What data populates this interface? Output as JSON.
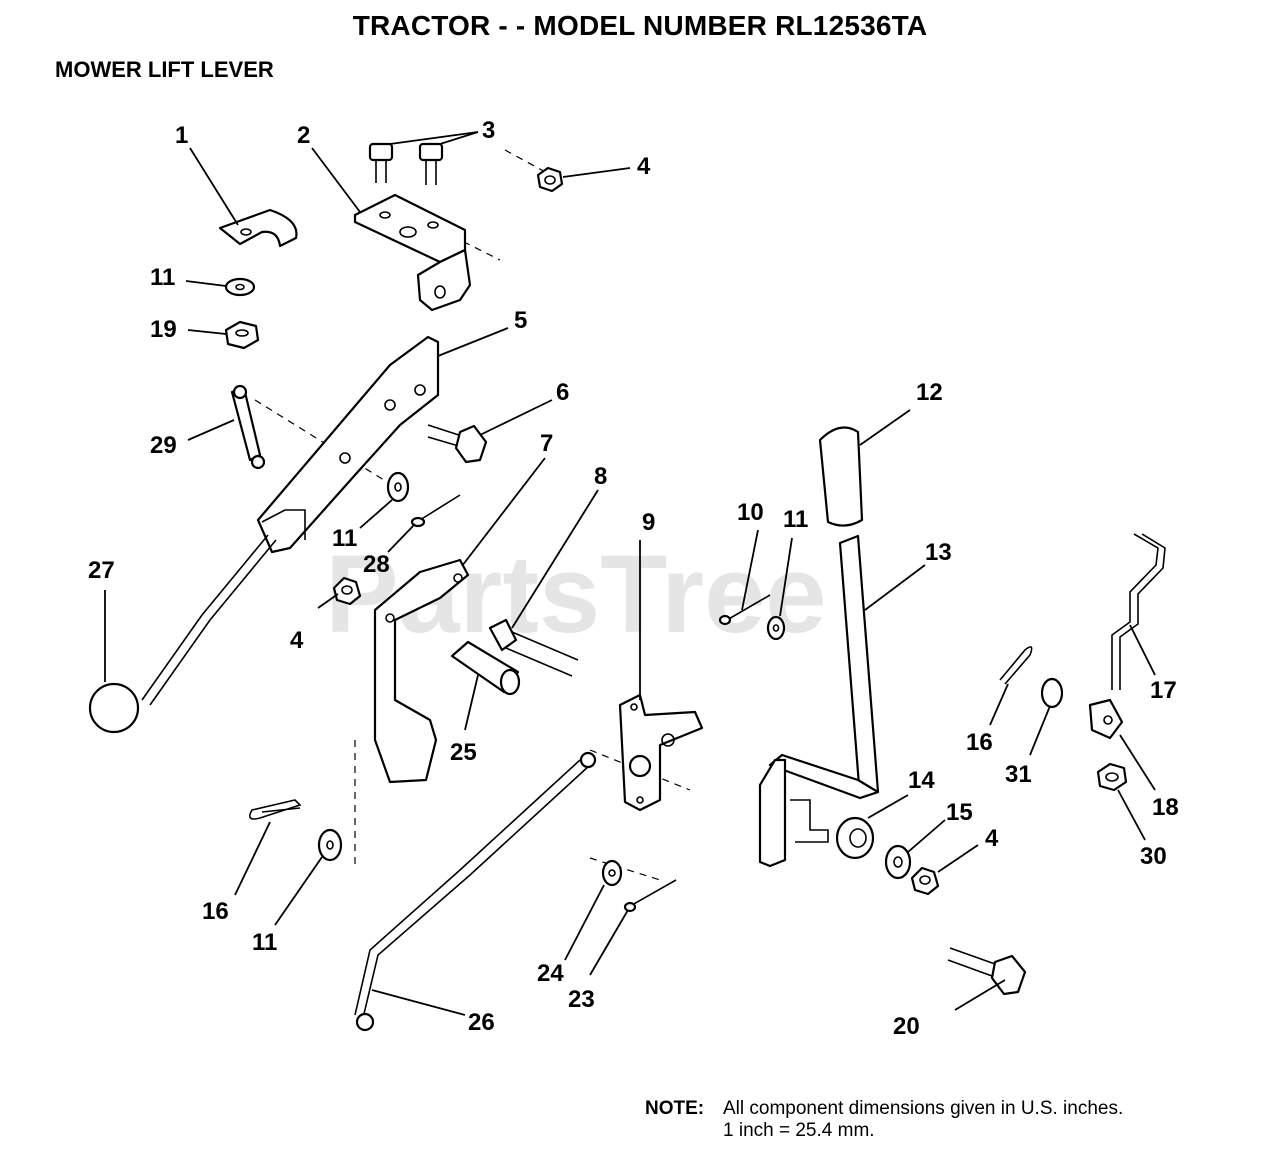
{
  "header": {
    "title": "TRACTOR - - MODEL NUMBER RL12536TA",
    "subtitle": "MOWER LIFT LEVER"
  },
  "watermark": "PartsTree",
  "note": {
    "label": "NOTE:",
    "line1": "All component dimensions given in U.S. inches.",
    "line2": "1 inch = 25.4 mm."
  },
  "callouts": {
    "c1": "1",
    "c2": "2",
    "c3": "3",
    "c4a": "4",
    "c4b": "4",
    "c4c": "4",
    "c5": "5",
    "c6": "6",
    "c7": "7",
    "c8": "8",
    "c9": "9",
    "c10": "10",
    "c11a": "11",
    "c11b": "11",
    "c11c": "11",
    "c11d": "11",
    "c12": "12",
    "c13": "13",
    "c14": "14",
    "c15": "15",
    "c16a": "16",
    "c16b": "16",
    "c17": "17",
    "c18": "18",
    "c19": "19",
    "c20": "20",
    "c23": "23",
    "c24": "24",
    "c25": "25",
    "c26": "26",
    "c27": "27",
    "c28": "28",
    "c29": "29",
    "c30": "30",
    "c31": "31"
  }
}
